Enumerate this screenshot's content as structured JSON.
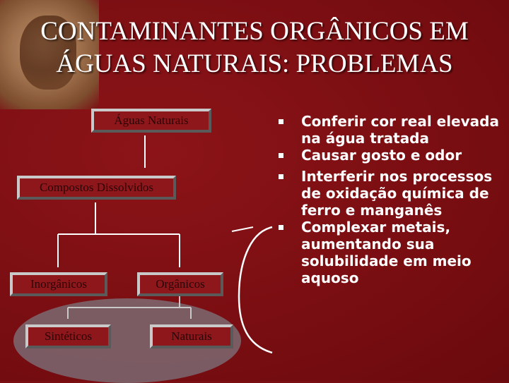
{
  "title": {
    "line1": "CONTAMINANTES ORGÂNICOS EM",
    "line2": "ÁGUAS NATURAIS: PROBLEMAS"
  },
  "diagram": {
    "root": "Águas Naturais",
    "level2": "Compostos Dissolvidos",
    "inorganic": "Inorgânicos",
    "organic": "Orgânicos",
    "synthetic": "Sintéticos",
    "natural": "Naturais"
  },
  "problems": [
    "Conferir cor real elevada na água tratada",
    "Causar gosto e odor",
    "Interferir nos processos de oxidação química de ferro e manganês",
    "Complexar metais, aumentando sua solubilidade em meio aquoso"
  ],
  "colors": {
    "background": "#7d0f12",
    "box_fill": "#8e171b",
    "text": "#ffffff"
  },
  "icons": [
    "helmet-emblem",
    "square-bullet"
  ]
}
